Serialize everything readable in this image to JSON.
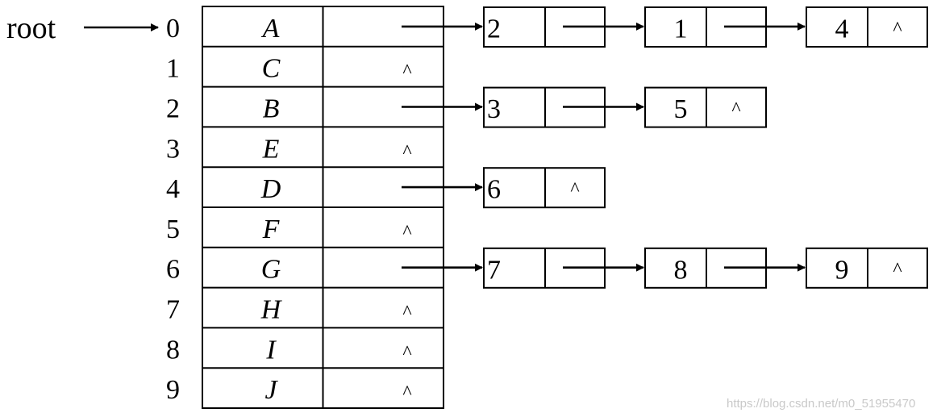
{
  "root_label": "root",
  "null_symbol": "^",
  "watermark": "https://blog.csdn.net/m0_51955470",
  "nodes": [
    {
      "index": "0",
      "data": "A",
      "children": [
        "2",
        "1",
        "4"
      ]
    },
    {
      "index": "1",
      "data": "C",
      "children": []
    },
    {
      "index": "2",
      "data": "B",
      "children": [
        "3",
        "5"
      ]
    },
    {
      "index": "3",
      "data": "E",
      "children": []
    },
    {
      "index": "4",
      "data": "D",
      "children": [
        "6"
      ]
    },
    {
      "index": "5",
      "data": "F",
      "children": []
    },
    {
      "index": "6",
      "data": "G",
      "children": [
        "7",
        "8",
        "9"
      ]
    },
    {
      "index": "7",
      "data": "H",
      "children": []
    },
    {
      "index": "8",
      "data": "I",
      "children": []
    },
    {
      "index": "9",
      "data": "J",
      "children": []
    }
  ]
}
